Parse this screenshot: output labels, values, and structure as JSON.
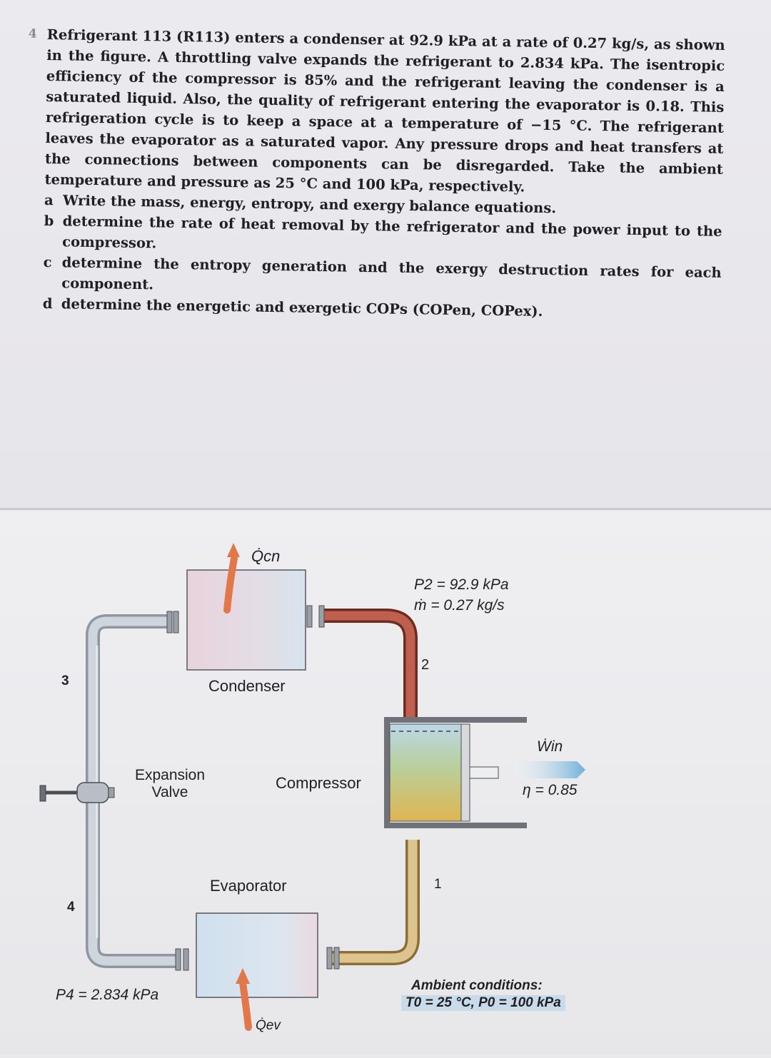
{
  "problem": {
    "number": "4",
    "paragraph": "Refrigerant 113 (R113) enters a condenser at 92.9 kPa at a rate of 0.27 kg/s, as shown in the figure. A throttling valve expands the refrigerant to 2.834 kPa. The isentropic efficiency of the compressor is 85% and the refrigerant leaving the condenser is a saturated liquid. Also, the quality of refrigerant entering the evaporator is 0.18. This refrigeration cycle is to keep a space at a temperature of −15 °C. The refrigerant leaves the evaporator as a saturated vapor. Any pressure drops and heat transfers at the connections between components can be disregarded. Take the ambient temperature and pressure as 25 °C and 100 kPa, respectively.",
    "items": [
      {
        "label": "a",
        "text": "Write the mass, energy, entropy, and exergy balance equations."
      },
      {
        "label": "b",
        "text": "determine the rate of heat removal by the refrigerator and the power input to the compressor."
      },
      {
        "label": "c",
        "text": "determine the entropy generation and the exergy destruction rates for each component."
      },
      {
        "label": "d",
        "text": "determine the energetic and exergetic COPs (COPen, COPex)."
      }
    ]
  },
  "diagram": {
    "q_condenser": "Q̇cn",
    "condenser": "Condenser",
    "p2": "P2 = 92.9 kPa",
    "mdot": "ṁ = 0.27 kg/s",
    "state2": "2",
    "state3": "3",
    "state1": "1",
    "state4": "4",
    "w_in": "Ẇin",
    "eta": "η = 0.85",
    "expansion_valve_line1": "Expansion",
    "expansion_valve_line2": "Valve",
    "compressor": "Compressor",
    "evaporator": "Evaporator",
    "p4": "P4 = 2.834 kPa",
    "q_evaporator": "Q̇ev",
    "ambient_title": "Ambient conditions:",
    "ambient_values": "T0 = 25 °C, P0 = 100 kPa",
    "colors": {
      "hot_pipe": "#b85a4e",
      "warm_pipe": "#d9bf8a",
      "cold_pipe": "#c8ced6",
      "heat_arrow": "#e2774a",
      "work_arrow": "#6fb0d8"
    }
  }
}
